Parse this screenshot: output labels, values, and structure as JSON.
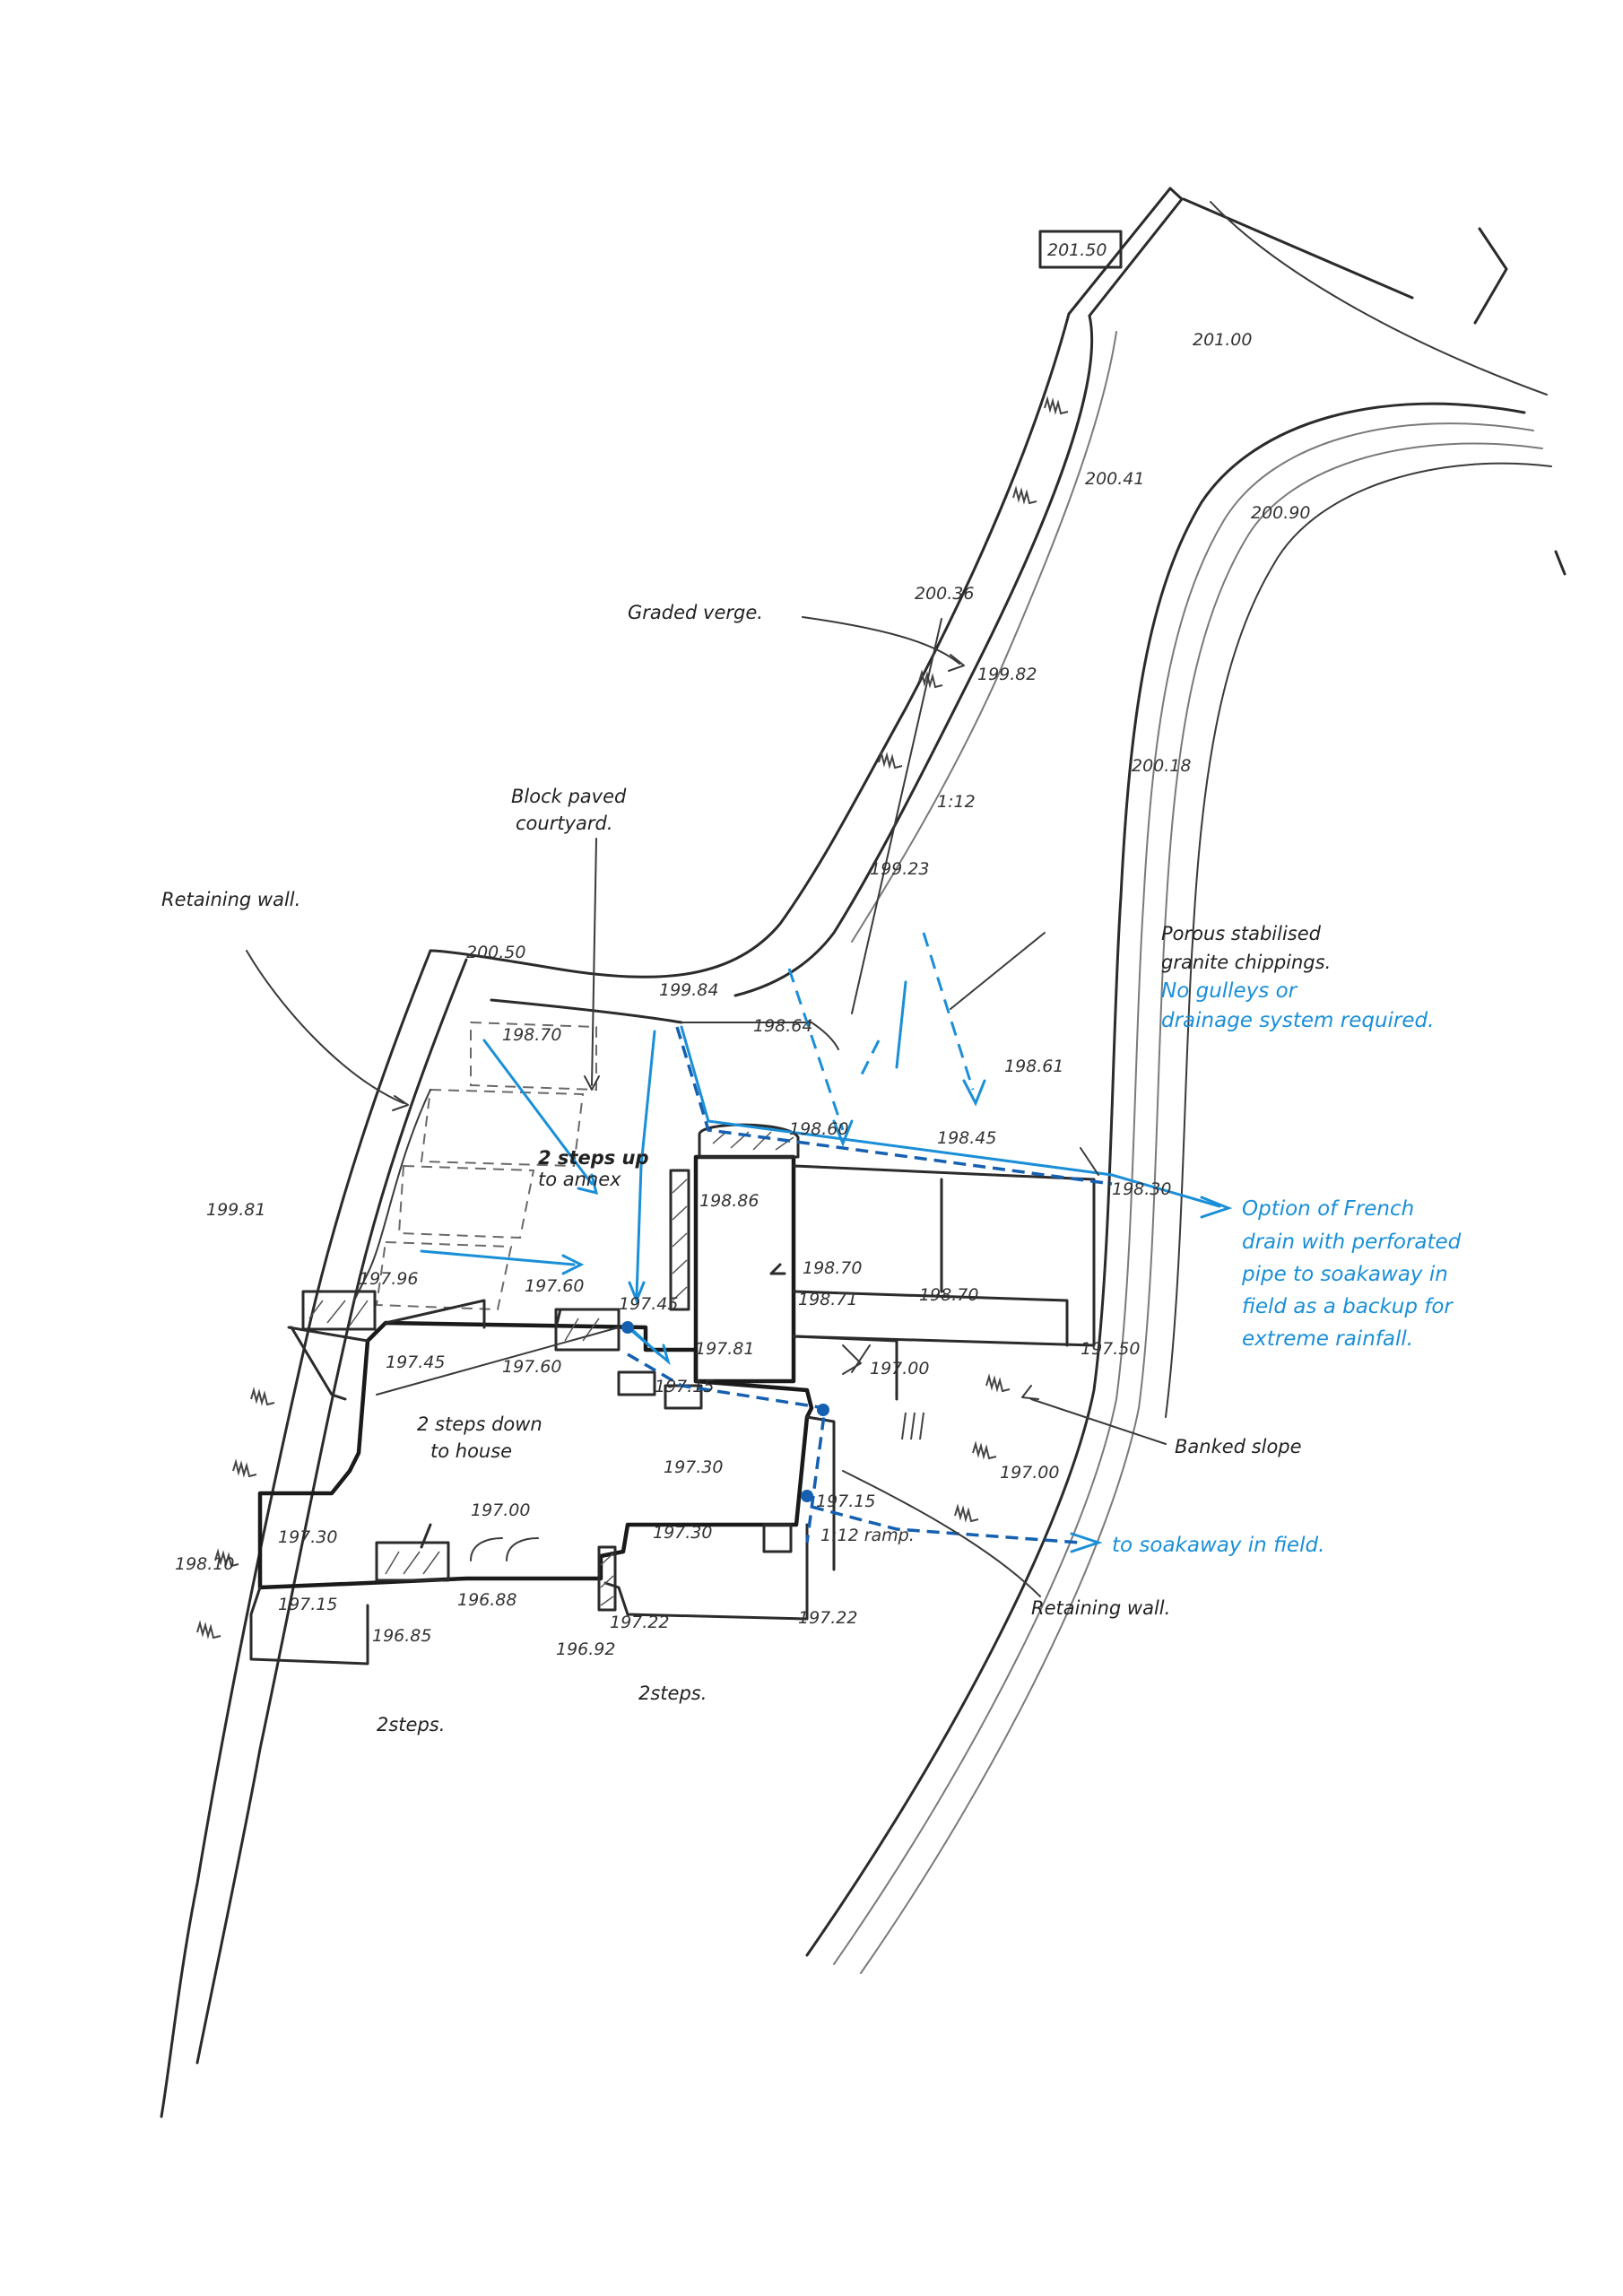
{
  "levels": {
    "l_201_50": "201.50",
    "l_201_00": "201.00",
    "l_200_41": "200.41",
    "l_200_90": "200.90",
    "l_200_36": "200.36",
    "l_199_82": "199.82",
    "l_200_18": "200.18",
    "l_199_23": "199.23",
    "l_200_50": "200.50",
    "l_199_84": "199.84",
    "l_198_64": "198.64",
    "l_198_70a": "198.70",
    "l_198_61": "198.61",
    "l_198_60": "198.60",
    "l_198_45": "198.45",
    "l_198_86": "198.86",
    "l_198_30": "198.30",
    "l_199_81": "199.81",
    "l_198_70b": "198.70",
    "l_198_71": "198.71",
    "l_198_70c": "198.70",
    "l_197_96": "197.96",
    "l_197_60a": "197.60",
    "l_197_45a": "197.45",
    "l_197_45b": "197.45",
    "l_197_60b": "197.60",
    "l_197_81": "197.81",
    "l_197_15a": "197.15",
    "l_197_00a": "197.00",
    "l_197_50": "197.50",
    "l_197_30a": "197.30",
    "l_197_00b": "197.00",
    "l_197_00c": "197.00",
    "l_197_15b": "197.15",
    "l_197_30b": "197.30",
    "l_197_30c": "197.30",
    "l_198_10": "198.10",
    "l_197_15c": "197.15",
    "l_196_85": "196.85",
    "l_196_88": "196.88",
    "l_197_22a": "197.22",
    "l_196_92": "196.92",
    "l_197_22b": "197.22",
    "l_1_12": "1:12",
    "l_1_12_ramp": "1:12 ramp."
  },
  "notes": {
    "graded_verge": "Graded verge.",
    "block_paved_1": "Block paved",
    "block_paved_2": "courtyard.",
    "retaining_wall_left": "Retaining wall.",
    "porous_1": "Porous stabilised",
    "porous_2": "granite chippings.",
    "steps_up_1": "2 steps up",
    "steps_up_2": "to annex",
    "steps_down_1": "2 steps down",
    "steps_down_2": "to house",
    "banked_slope": "Banked slope",
    "retaining_wall_right": "Retaining wall.",
    "two_steps_a": "2steps.",
    "two_steps_b": "2steps."
  },
  "blue_notes": {
    "no_gulleys_1": "No gulleys or",
    "no_gulleys_2": "drainage system required.",
    "french_1": "Option of French",
    "french_2": "drain with perforated",
    "french_3": "pipe to soakaway in",
    "french_4": "field as a backup for",
    "french_5": "extreme rainfall.",
    "to_soakaway": "to soakaway in field."
  },
  "colors": {
    "ink": "#2b2b2b",
    "blue_annotation": "#1a8fd8",
    "drain": "#1560b0",
    "paper": "#ffffff"
  }
}
